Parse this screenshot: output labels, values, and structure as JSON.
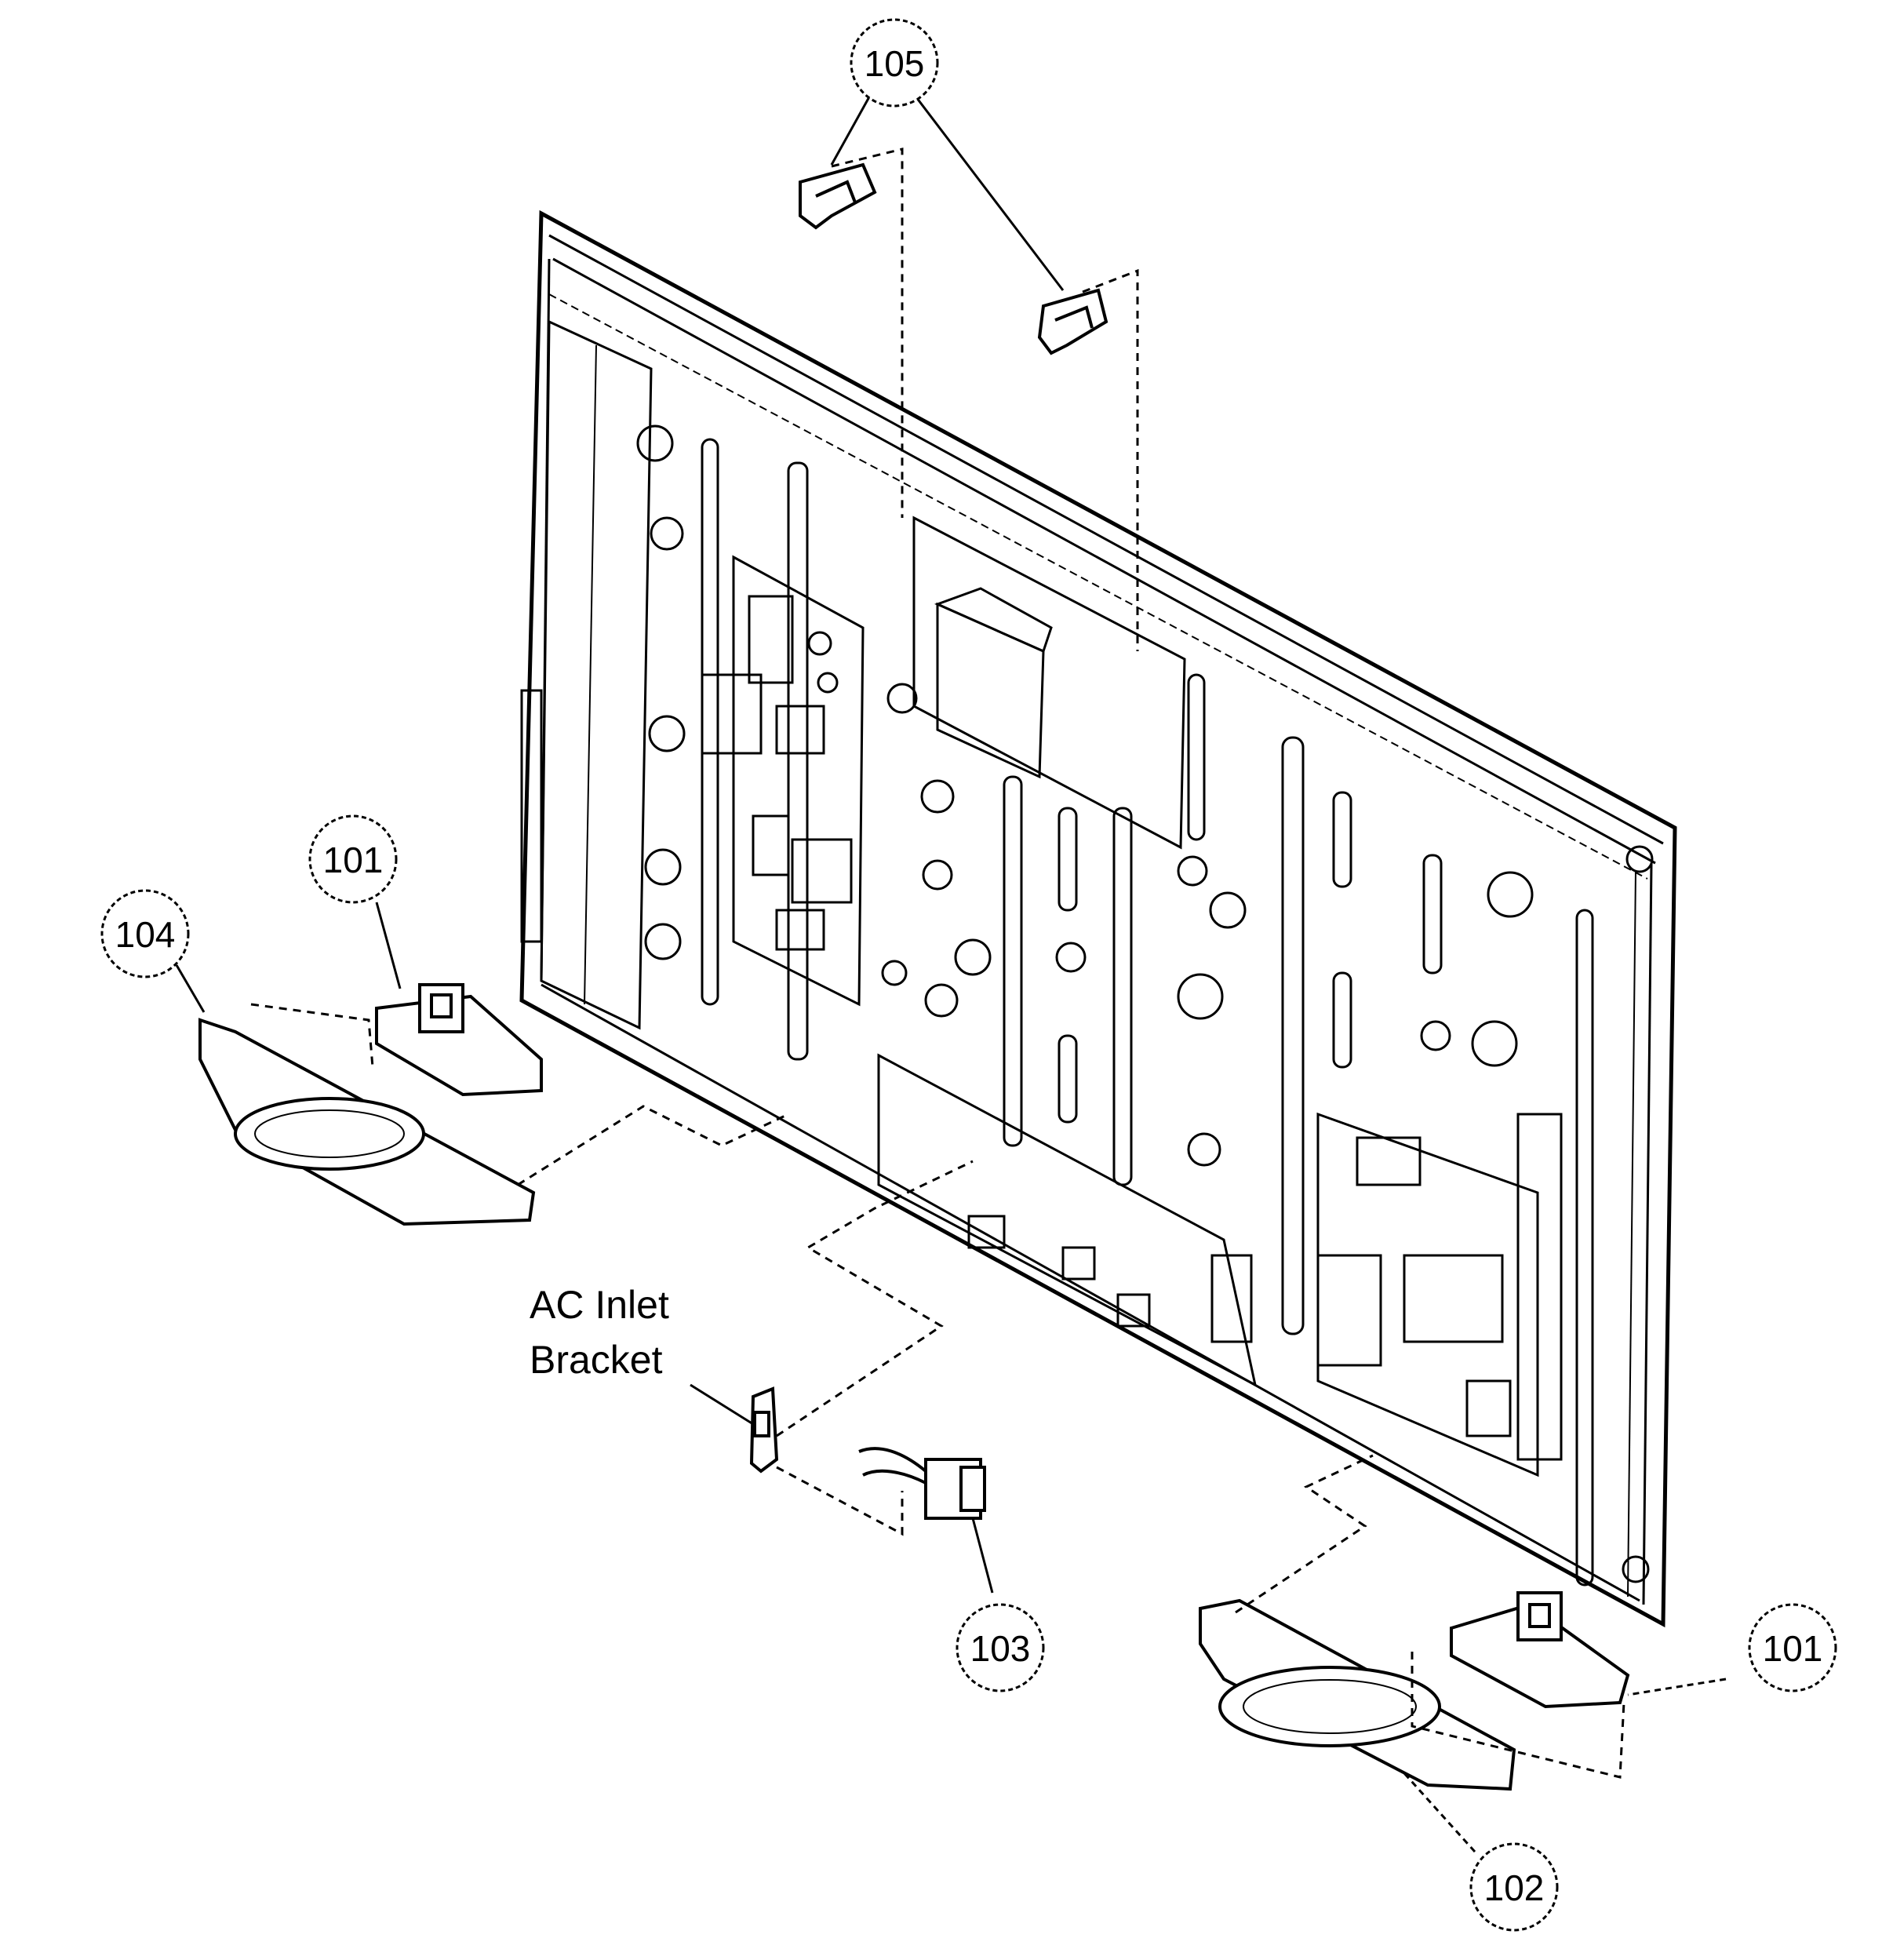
{
  "diagram": {
    "callouts": {
      "c105": "105",
      "c101_left": "101",
      "c104": "104",
      "c103": "103",
      "c101_right": "101",
      "c102": "102"
    },
    "label_ac_inlet_line1": "AC Inlet",
    "label_ac_inlet_line2": "Bracket"
  }
}
